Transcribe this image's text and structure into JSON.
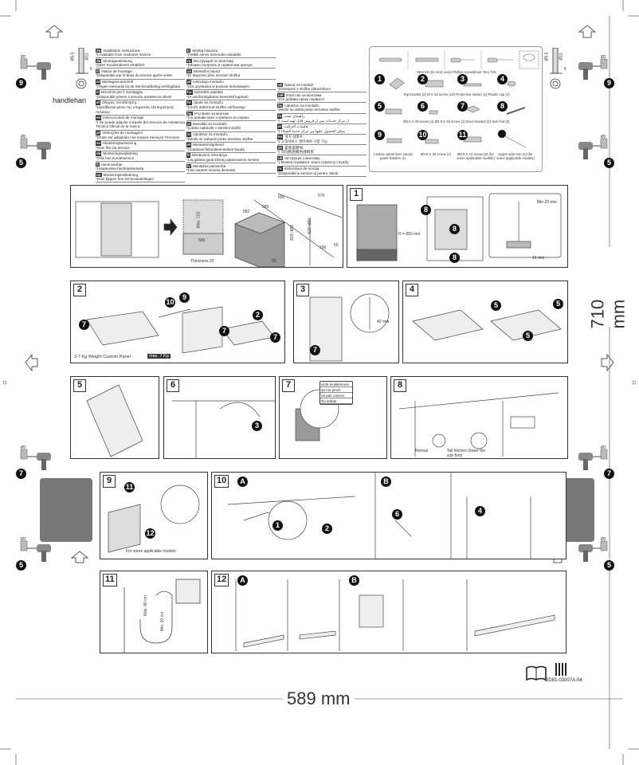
{
  "header": {
    "handle_text": "handlehan",
    "hole_dims": {
      "d1": "Ø5.5",
      "d2": "Ø11",
      "depth": "5"
    },
    "drill_label": "Ø2"
  },
  "instructions": [
    [
      {
        "code": "en",
        "title": "Installation instructions",
        "note": "*) Available from customer service"
      },
      {
        "code": "de",
        "title": "Montageanleitung",
        "note": "*)über Kundendienst erhältlich"
      },
      {
        "code": "fr",
        "title": "Notice de montage",
        "note": "*)Disponible par le biais du service après-vente"
      },
      {
        "code": "nl",
        "title": "Montagevoorschrift",
        "note": "*)Tegen meerprijs bij de Serviceafdeling verkrijgbaar"
      },
      {
        "code": "it",
        "title": "Istruzioni per il montaggio",
        "note": "*)Disponibili presso il servizio assistenza clienti"
      },
      {
        "code": "el",
        "title": "Οδηγίες τοποθέτησης",
        "note": "*)Διατίθενται μέσω της υπηρεσίας εξυπηρέτησης πελατών"
      },
      {
        "code": "es",
        "title": "Instrucciones de montaje",
        "note": "*) Se puede adquirir a través del Servicio de Asistencia Técnica Oficial de la marca"
      },
      {
        "code": "pt",
        "title": "Instruções de montagem",
        "note": "*)Pode ser adquirido nos nossos Serviços Técnicos"
      },
      {
        "code": "sv",
        "title": "Monteringsanvisning",
        "note": "*)Kan fås via Service"
      },
      {
        "code": "da",
        "title": "Monteringsvejledning",
        "note": "*)Fås hos kundeservice"
      },
      {
        "code": "fi",
        "title": "Asennusohje",
        "note": "*)Saatavissa huoltopalvelusta"
      },
      {
        "code": "no",
        "title": "Monteringsveiledning",
        "note": "*)Kan kjøpes hos serviceavdelingen"
      }
    ],
    [
      {
        "code": "tr",
        "title": "Montaj kılavuzu",
        "note": "*)Yetkili servis üzerinden alınabilir"
      },
      {
        "code": "ru",
        "title": "Инструкция по монтажу",
        "note": "*)Можно получить в сервисном центре"
      },
      {
        "code": "cs",
        "title": "Montážní návod",
        "note": "*)K dispozici přes servisní službu"
      },
      {
        "code": "pl",
        "title": "Instrukcja montażu",
        "note": "*)Do uzyskania w punkcie serwisowym"
      },
      {
        "code": "hu",
        "title": "Szerelési utasítás",
        "note": "*)A vevőszolgálaton keresztül kapható"
      },
      {
        "code": "hr",
        "title": "Upute za montažu",
        "note": "*)može dobiti kod službe održavanja"
      },
      {
        "code": "bg",
        "title": "Упътване за монтаж",
        "note": "*)се добавя през службата за сервиз"
      },
      {
        "code": "sl",
        "title": "Navodila za montažo",
        "note": "*)Lahko nabavite v servisni službi"
      },
      {
        "code": "sr",
        "title": "Uputstvo za montažu",
        "note": "*)Može se nabaviti preko servisne službe"
      },
      {
        "code": "et",
        "title": "Monteerimisjuhend",
        "note": "*)Saadaval klienditeeninduse kaudu"
      },
      {
        "code": "lt",
        "title": "Montavimo instrukcija",
        "note": "*)Ją galima gauti klientų aptarnavimo servise"
      },
      {
        "code": "lv",
        "title": "Montāžas pamācība",
        "note": "*)Var saņemt servisa dienestā"
      }
    ],
    [
      {
        "code": "sk",
        "title": "Návod na montáž",
        "note": "*)Dostupné v službe zákazníkom"
      },
      {
        "code": "mk",
        "title": "Упатство за монтажа",
        "note": "*)Се добива преку сервисот"
      },
      {
        "code": "bs",
        "title": "Uputstvo za montažu",
        "note": "*)Može se dobiti preko servisne službe"
      },
      {
        "code": "fa",
        "title": "راهنمای نصب",
        "note": "*) از مرکز خدمات پس از فروش قابل تهیه است"
      },
      {
        "code": "ar",
        "title": "تعليمات التركيب",
        "note": "*) يمكن الحصول عليها من مركز خدمة العملاء"
      },
      {
        "code": "ko",
        "title": "설치 설명서",
        "note": "*) 고객서비스 센터에서 구입 가능"
      },
      {
        "code": "zh",
        "title": "安装说明书",
        "note": "*) 可向售后服务部购买"
      },
      {
        "code": "uk",
        "title": "Інструкція з монтажу",
        "note": "*) Можна отримати через сервісну службу"
      },
      {
        "code": "ro",
        "title": "Instrucțiuni de montaj",
        "note": "*)Disponibil la service-ul pentru clienți"
      }
    ]
  ],
  "parts": {
    "tools_label": "Wrench (22 mm) Level Phillips screwdriver Torx T15",
    "row1": "Top bracket (2) M X 16 screw (10) Protective sticker (1) Plastic cap (2)",
    "row2": "Ø3.5 X 45 screw (4) Ø3.5 X 16 screw (2) Door bracket (2) Sub foot (3)",
    "items": [
      {
        "num": "9",
        "label": "Custom panel fixer (wood panel holders, 2)"
      },
      {
        "num": "10",
        "label": "Ø3.5 X 25 screw (2)"
      },
      {
        "num": "11",
        "label": "Ø3.5 X 13 screw (8) (for some applicable models)"
      },
      {
        "num": "",
        "label": "Upper side trim (1) (for some applicable models)"
      }
    ]
  },
  "overview": {
    "max": "Max. 723",
    "width": "589",
    "thickness": "Thickness 20",
    "d600": "600",
    "d570": "570",
    "d589": "589",
    "d582": "582",
    "h1": "815~885",
    "h2": "820~880",
    "d200": "200",
    "d50": "50",
    "d55": "55"
  },
  "step1": {
    "num": "1",
    "min": "Min 20 mm",
    "h": "H = 850 mm",
    "foot": "16 mm"
  },
  "step2": {
    "num": "2",
    "weight": "3-7 Kg Weight Custom Panel",
    "max": "max. 7 Kg"
  },
  "step3": {
    "num": "3",
    "gap": "40 mm"
  },
  "step4": {
    "num": "4"
  },
  "step5": {
    "num": "5"
  },
  "step6": {
    "num": "6"
  },
  "step7": {
    "num": "7",
    "warnings": [
      "nicht einklemmen",
      "do not pinch",
      "ne pas coincer",
      "No doblar"
    ]
  },
  "step8": {
    "num": "8",
    "normal": "Normal",
    "tall": "Tall kitchen (lower the sub foot)"
  },
  "step9": {
    "num": "9",
    "note": "For some applicable models"
  },
  "step10": {
    "num": "10",
    "a": "A",
    "b": "B"
  },
  "step11": {
    "num": "11",
    "max": "Max. 80 cm",
    "min": "Min. 20 cm"
  },
  "step12": {
    "num": "12",
    "a": "A",
    "b": "B"
  },
  "footer": {
    "code": "DD81-03007A-04",
    "width": "589 mm",
    "height": "710 mm"
  }
}
